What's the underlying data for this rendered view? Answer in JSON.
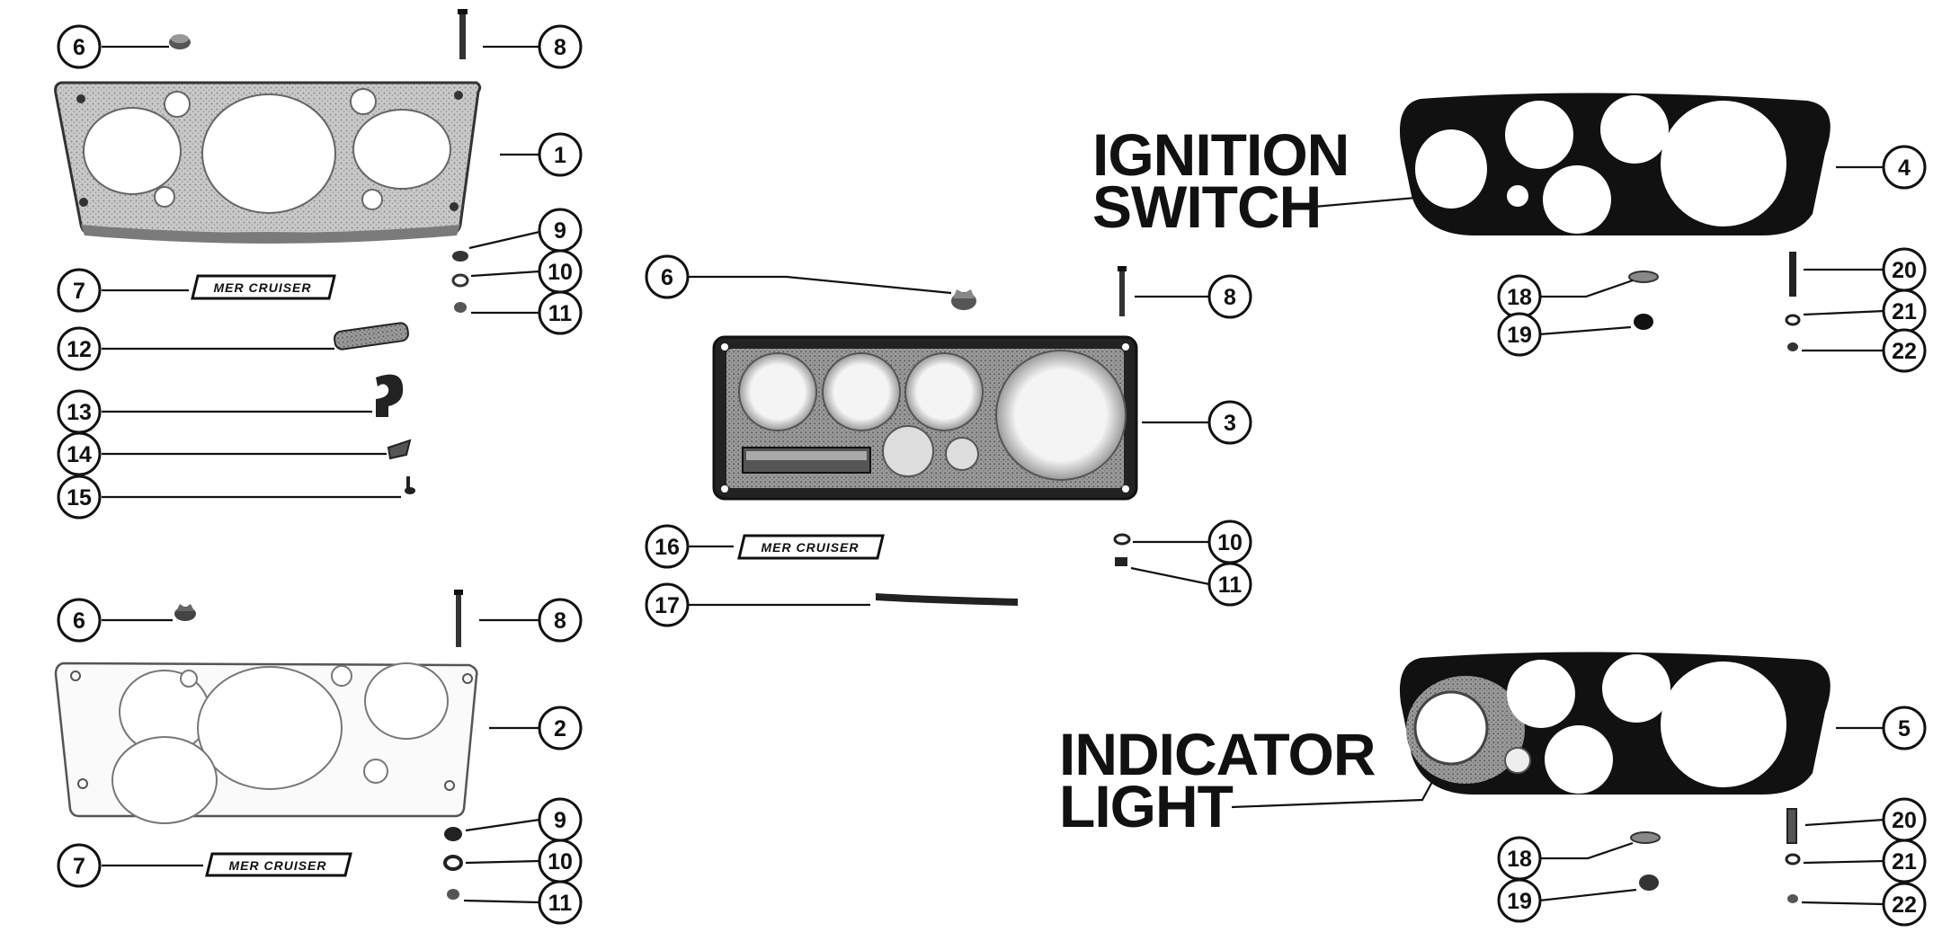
{
  "labels": {
    "ignition_line1": "IGNITION",
    "ignition_line2": "SWITCH",
    "indicator_line1": "INDICATOR",
    "indicator_line2": "LIGHT"
  },
  "badge_text": "MER CRUISER",
  "callouts": {
    "c6a": "6",
    "c8a": "8",
    "c1": "1",
    "c9a": "9",
    "c10a": "10",
    "c7a": "7",
    "c11a": "11",
    "c12": "12",
    "c13": "13",
    "c14": "14",
    "c15": "15",
    "c6b": "6",
    "c8b": "8",
    "c2": "2",
    "c9b": "9",
    "c7b": "7",
    "c10b": "10",
    "c11b": "11",
    "c6c": "6",
    "c8c": "8",
    "c3": "3",
    "c16": "16",
    "c10c": "10",
    "c11c": "11",
    "c17": "17",
    "c4": "4",
    "c18a": "18",
    "c20a": "20",
    "c21a": "21",
    "c19a": "19",
    "c22a": "22",
    "c5": "5",
    "c20b": "20",
    "c18b": "18",
    "c21b": "21",
    "c19b": "19",
    "c22b": "22"
  },
  "colors": {
    "ink": "#111111",
    "paper": "#ffffff",
    "panel_gray": "#bdbdbd"
  }
}
